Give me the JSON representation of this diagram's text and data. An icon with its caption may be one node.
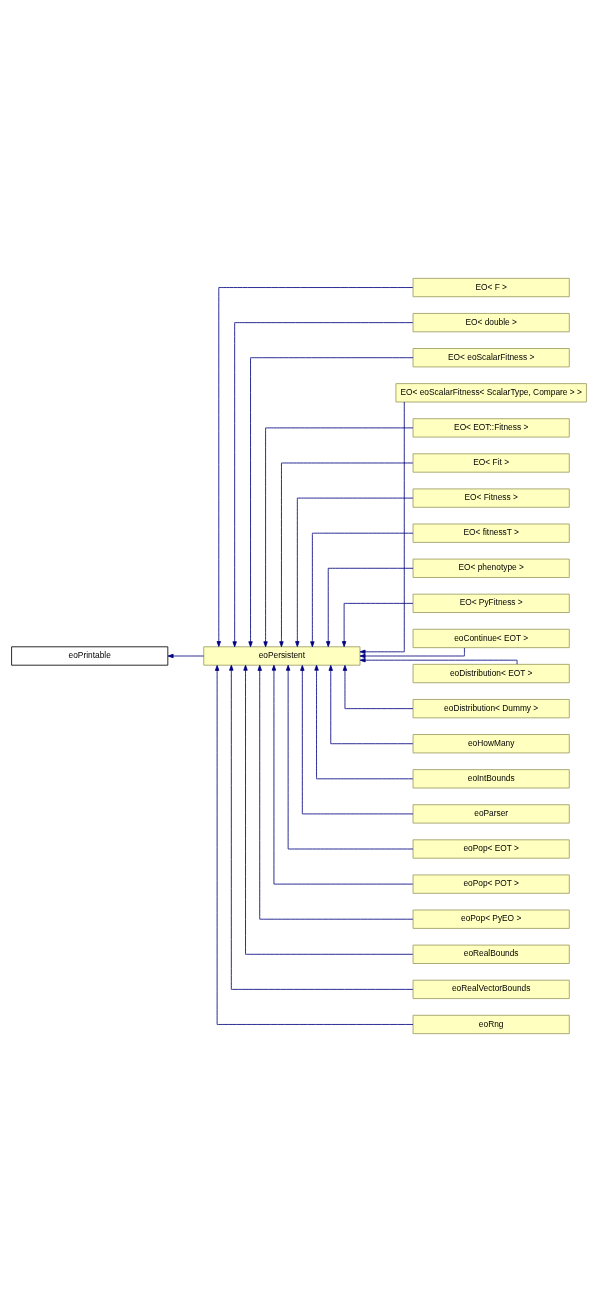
{
  "diagram": {
    "nodes": [
      {
        "text": [
          "eoPrintable"
        ]
      },
      {
        "text": [
          "eoPersistent"
        ]
      },
      {
        "text": [
          "EO< F >"
        ]
      },
      {
        "text": [
          "EO< double >"
        ]
      },
      {
        "text": [
          "EO< eoScalarFitness >"
        ]
      },
      {
        "text": [
          "EO< eoScalarFitness< ScalarType, Compare > >"
        ]
      },
      {
        "text": [
          "EO< EOT::Fitness >"
        ]
      },
      {
        "text": [
          "EO< Fit >"
        ]
      },
      {
        "text": [
          "EO< Fitness >"
        ]
      },
      {
        "text": [
          "EO< fitnessT >"
        ]
      },
      {
        "text": [
          "EO< phenotype >"
        ]
      },
      {
        "text": [
          "EO< PyFitness >"
        ]
      },
      {
        "text": [
          "eoContinue< EOT >"
        ]
      },
      {
        "text": [
          "eoDistribution< EOT >"
        ]
      },
      {
        "text": [
          "eoDistribution< Dummy >"
        ]
      },
      {
        "text": [
          "eoHowMany"
        ]
      },
      {
        "text": [
          "eoIntBounds"
        ]
      },
      {
        "text": [
          "eoParser"
        ]
      },
      {
        "text": [
          "eoPop< EOT >"
        ]
      },
      {
        "text": [
          "eoPop< POT >"
        ]
      },
      {
        "text": [
          "eoPop< PyEO >"
        ]
      },
      {
        "text": [
          "eoRealBounds"
        ]
      },
      {
        "text": [
          "eoRealVectorBounds"
        ]
      },
      {
        "text": [
          "eoRng"
        ]
      }
    ],
    "edges": [
      {
        "from": 1,
        "to": 0,
        "arrow": "to"
      },
      {
        "from": 2,
        "to": 1,
        "arrow": "to"
      },
      {
        "from": 3,
        "to": 1,
        "arrow": "to"
      },
      {
        "from": 4,
        "to": 1,
        "arrow": "to"
      },
      {
        "from": 5,
        "to": 1,
        "arrow": "to"
      },
      {
        "from": 6,
        "to": 1,
        "arrow": "to"
      },
      {
        "from": 7,
        "to": 1,
        "arrow": "to"
      },
      {
        "from": 8,
        "to": 1,
        "arrow": "to"
      },
      {
        "from": 9,
        "to": 1,
        "arrow": "to"
      },
      {
        "from": 10,
        "to": 1,
        "arrow": "to"
      },
      {
        "from": 11,
        "to": 1,
        "arrow": "to"
      },
      {
        "from": 12,
        "to": 1,
        "arrow": "to"
      },
      {
        "from": 13,
        "to": 1,
        "arrow": "to"
      },
      {
        "from": 14,
        "to": 1,
        "arrow": "to"
      },
      {
        "from": 15,
        "to": 1,
        "arrow": "to"
      },
      {
        "from": 16,
        "to": 1,
        "arrow": "to"
      },
      {
        "from": 17,
        "to": 1,
        "arrow": "to"
      },
      {
        "from": 18,
        "to": 1,
        "arrow": "to"
      },
      {
        "from": 19,
        "to": 1,
        "arrow": "to"
      },
      {
        "from": 20,
        "to": 1,
        "arrow": "to"
      },
      {
        "from": 21,
        "to": 1,
        "arrow": "to"
      },
      {
        "from": 22,
        "to": 1,
        "arrow": "to"
      },
      {
        "from": 23,
        "to": 1,
        "arrow": "to"
      }
    ]
  }
}
